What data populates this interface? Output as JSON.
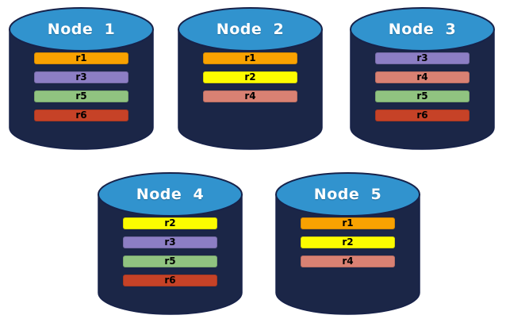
{
  "diagram": {
    "description": "Five database node cylinders showing replica placement",
    "replica_ids": [
      "r1",
      "r2",
      "r3",
      "r4",
      "r5",
      "r6"
    ]
  },
  "colors": {
    "cylinder_body": "#1b2647",
    "cylinder_top": "#3193ce",
    "cylinder_outline": "#17224a",
    "label_text": "#ffffff",
    "bar_text": "#000000",
    "replica_colors": {
      "r1": "#f9a201",
      "r2": "#fcfc00",
      "r3": "#8c7ec4",
      "r4": "#d98173",
      "r5": "#90c380",
      "r6": "#c64227"
    }
  },
  "nodes": [
    {
      "label": "Node  1",
      "replicas": [
        "r1",
        "r3",
        "r5",
        "r6"
      ]
    },
    {
      "label": "Node  2",
      "replicas": [
        "r1",
        "r2",
        "r4"
      ]
    },
    {
      "label": "Node  3",
      "replicas": [
        "r3",
        "r4",
        "r5",
        "r6"
      ]
    },
    {
      "label": "Node  4",
      "replicas": [
        "r2",
        "r3",
        "r5",
        "r6"
      ]
    },
    {
      "label": "Node  5",
      "replicas": [
        "r1",
        "r2",
        "r4"
      ]
    }
  ]
}
